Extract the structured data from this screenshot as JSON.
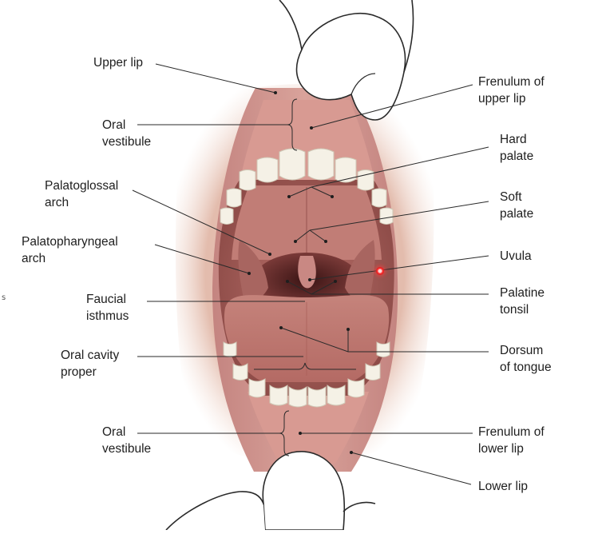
{
  "diagram": {
    "labels_left": [
      {
        "id": "upper-lip",
        "lines": [
          "Upper lip"
        ]
      },
      {
        "id": "oral-vestibule-upper",
        "lines": [
          "Oral",
          "vestibule"
        ]
      },
      {
        "id": "palatoglossal-arch",
        "lines": [
          "Palatoglossal",
          "arch"
        ]
      },
      {
        "id": "palatopharyngeal-arch",
        "lines": [
          "Palatopharyngeal",
          "arch"
        ]
      },
      {
        "id": "faucial-isthmus",
        "lines": [
          "Faucial",
          "isthmus"
        ]
      },
      {
        "id": "oral-cavity-proper",
        "lines": [
          "Oral cavity",
          "proper"
        ]
      },
      {
        "id": "oral-vestibule-lower",
        "lines": [
          "Oral",
          "vestibule"
        ]
      }
    ],
    "labels_right": [
      {
        "id": "frenulum-upper-lip",
        "lines": [
          "Frenulum of",
          "upper lip"
        ]
      },
      {
        "id": "hard-palate",
        "lines": [
          "Hard",
          "palate"
        ]
      },
      {
        "id": "soft-palate",
        "lines": [
          "Soft",
          "palate"
        ]
      },
      {
        "id": "uvula",
        "lines": [
          "Uvula"
        ]
      },
      {
        "id": "palatine-tonsil",
        "lines": [
          "Palatine",
          "tonsil"
        ]
      },
      {
        "id": "dorsum-of-tongue",
        "lines": [
          "Dorsum",
          "of tongue"
        ]
      },
      {
        "id": "frenulum-lower-lip",
        "lines": [
          "Frenulum of",
          "lower lip"
        ]
      },
      {
        "id": "lower-lip",
        "lines": [
          "Lower lip"
        ]
      }
    ],
    "page_marker": "s",
    "colors": {
      "lip": "#c98a83",
      "skin": "#e7c2b4",
      "palate": "#b6716b",
      "tongue": "#c97f78",
      "teeth": "#f6f2e8",
      "gums": "#d58e88",
      "throat": "#5c2a2a",
      "line": "#2a2a2a"
    }
  }
}
